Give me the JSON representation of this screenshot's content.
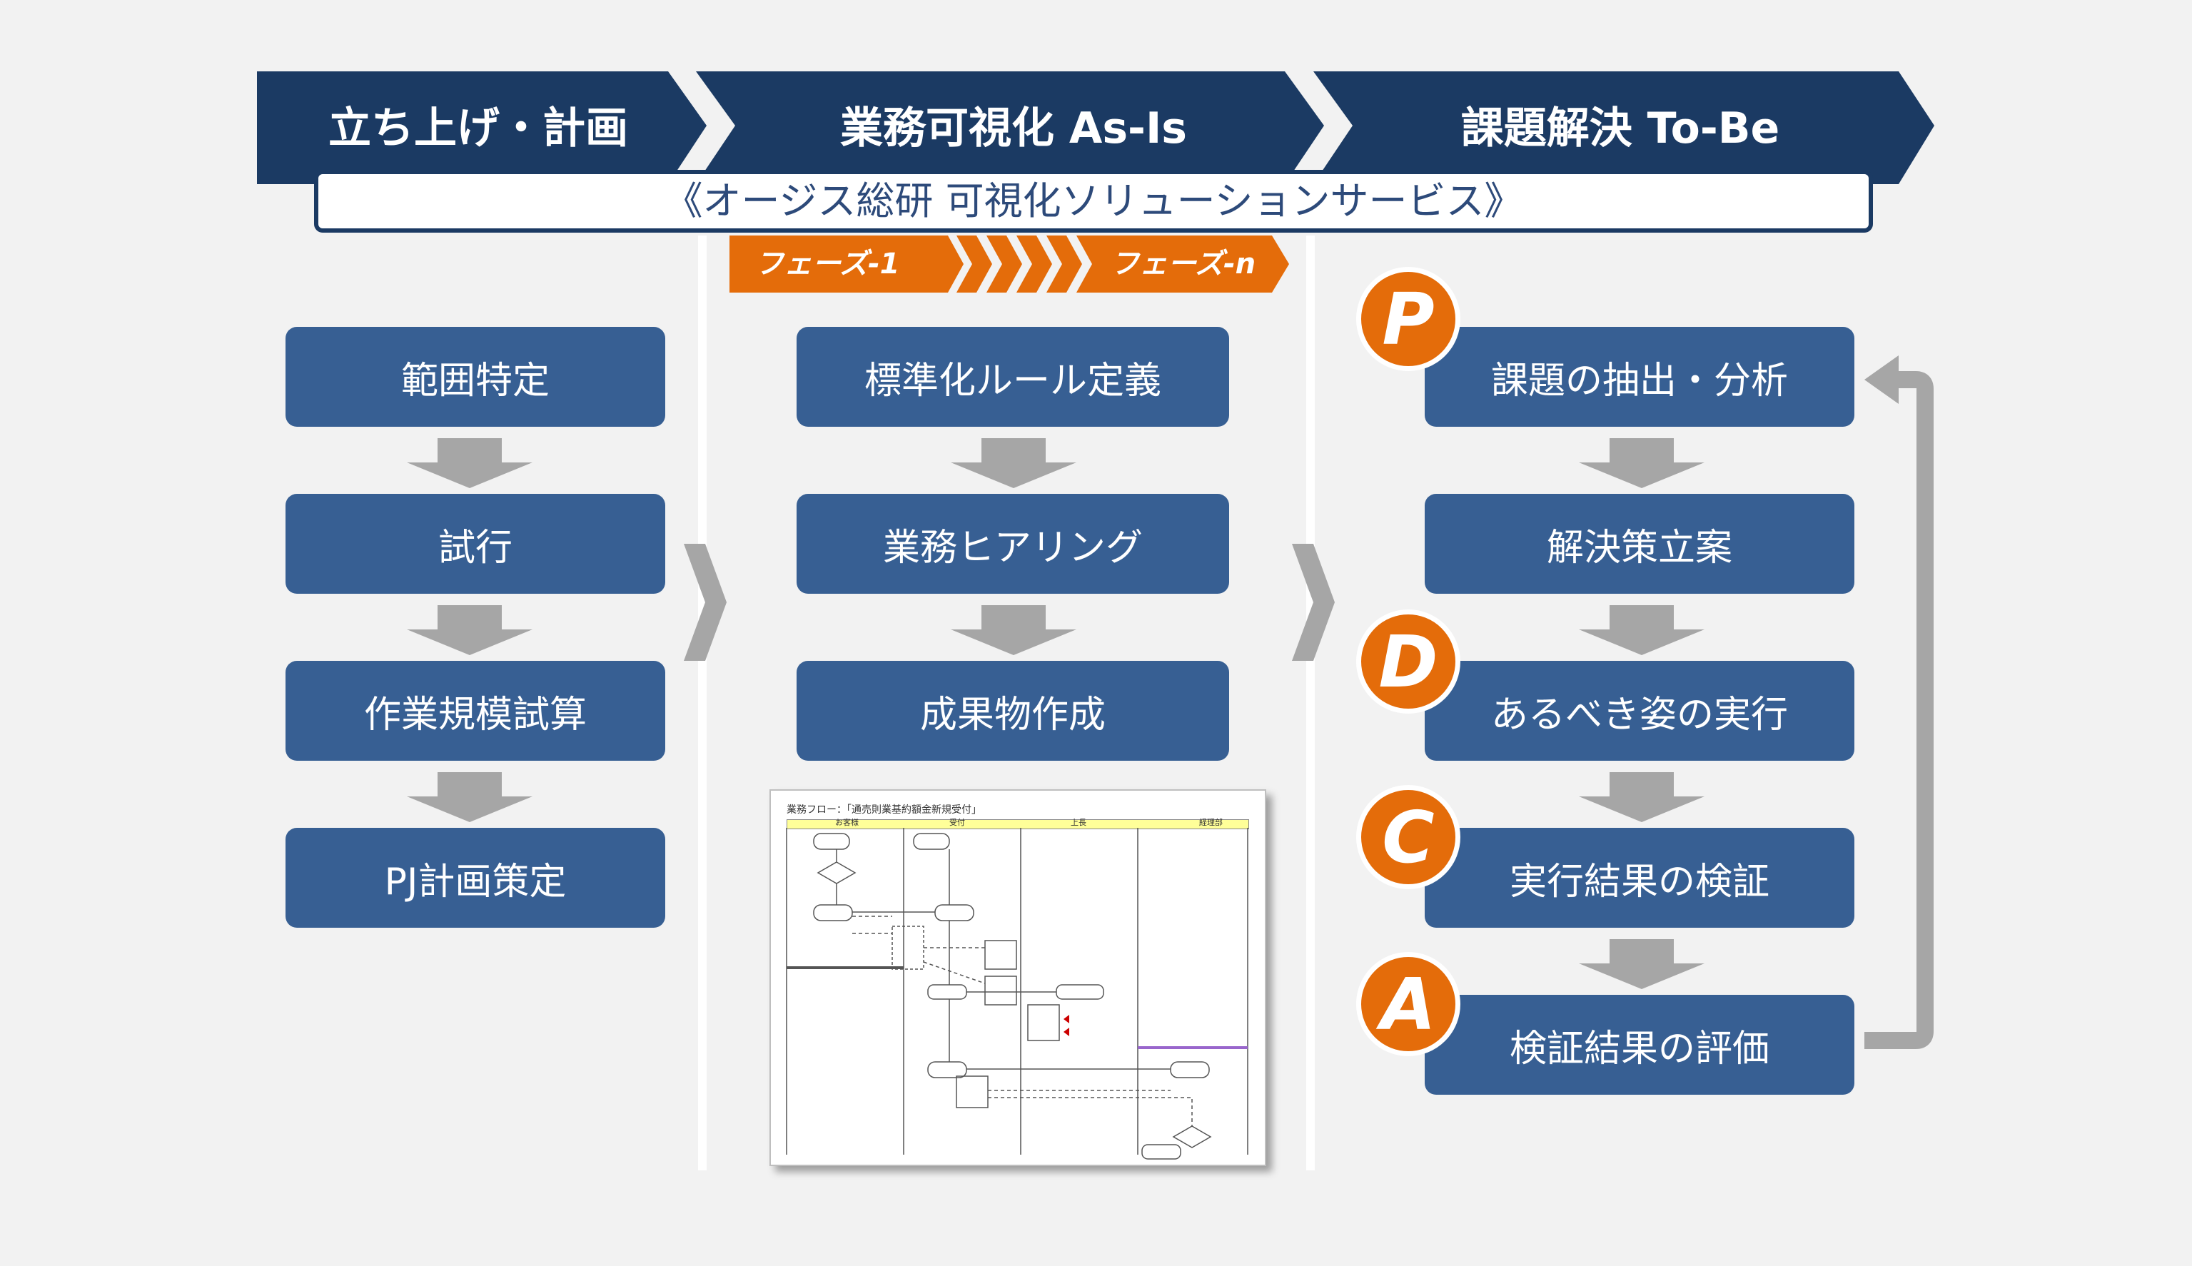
{
  "header": {
    "step1": "立ち上げ・計画",
    "step2": "業務可視化 As-Is",
    "step3": "課題解決 To-Be"
  },
  "banner": "《オージス総研 可視化ソリューションサービス》",
  "phases": {
    "first": "フェーズ-1",
    "last": "フェーズ-n"
  },
  "col1": {
    "items": [
      "範囲特定",
      "試行",
      "作業規模試算",
      "PJ計画策定"
    ]
  },
  "col2": {
    "items": [
      "標準化ルール定義",
      "業務ヒアリング",
      "成果物作成"
    ]
  },
  "col3": {
    "items": [
      "課題の抽出・分析",
      "解決策立案",
      "あるべき姿の実行",
      "実行結果の検証",
      "検証結果の評価"
    ]
  },
  "pdca": {
    "p": "P",
    "d": "D",
    "c": "C",
    "a": "A"
  },
  "colors": {
    "navy": "#1b3a63",
    "box": "#375f93",
    "orange": "#e46c0a",
    "arrow": "#a6a6a6"
  },
  "flow_thumbnail": {
    "title": "業務フロー：「通売則業基約額金新規受付」",
    "lanes": [
      "お客様",
      "受付",
      "上長",
      "経理部"
    ]
  }
}
